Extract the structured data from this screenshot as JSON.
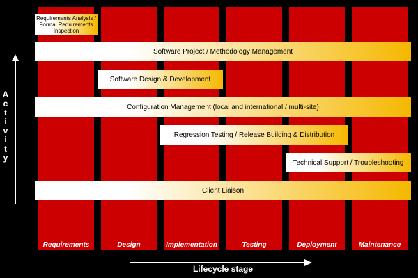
{
  "stages": [
    "Requirements",
    "Design",
    "Implementation",
    "Testing",
    "Deployment",
    "Maintenance"
  ],
  "activities": [
    "Requirements Analysis / Formal Requirements Inspection",
    "Software Project / Methodology Management",
    "Software Design & Development",
    "Configuration Management (local and international / multi-site)",
    "Regression Testing / Release Building & Distribution",
    "Technical Support / Troubleshooting",
    "Client Liaison"
  ],
  "y_axis_label": "Activity",
  "x_axis_label": "Lifecycle stage",
  "colors": {
    "background": "#000000",
    "stage": "#cc0000",
    "bar_start": "#ffffff",
    "bar_end": "#f5b800",
    "text": "#ffffff"
  }
}
